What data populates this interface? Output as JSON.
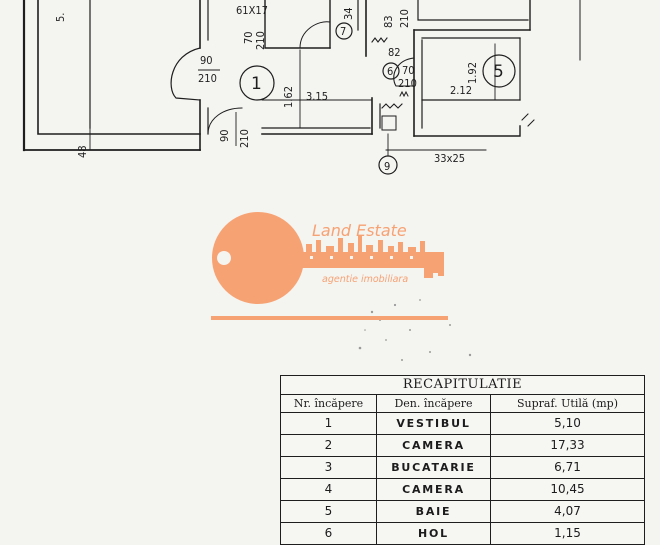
{
  "plan": {
    "dims": {
      "d_5_left": "5.",
      "d_61x17": "61X17",
      "d_70_a": "70",
      "d_210_a": "210",
      "d_34": "34",
      "d_83": "83",
      "d_210_b": "210",
      "d_82": "82",
      "d_70_b": "70",
      "d_210_c": "210",
      "d_1_92": "1.92",
      "d_2_12": "2.12",
      "d_90_a": "90",
      "d_210_d": "210",
      "d_1_62": "1.62",
      "d_3_15": "3.15",
      "d_90_b": "90",
      "d_210_e": "210",
      "d_48": "48",
      "d_33x25": "33x25"
    },
    "rooms": {
      "r1": "1",
      "r5": "5",
      "r6": "6",
      "r7": "7",
      "r9": "9"
    }
  },
  "logo": {
    "name": "Land Estate",
    "tagline": "agentie imobiliara",
    "color": "#f7a273"
  },
  "recap": {
    "title": "RECAPITULATIE",
    "headers": [
      "Nr. încăpere",
      "Den. încăpere",
      "Supraf. Utilă (mp)"
    ],
    "rows": [
      {
        "nr": "1",
        "name": "VESTIBUL",
        "area": "5,10"
      },
      {
        "nr": "2",
        "name": "CAMERA",
        "area": "17,33"
      },
      {
        "nr": "3",
        "name": "BUCATARIE",
        "area": "6,71"
      },
      {
        "nr": "4",
        "name": "CAMERA",
        "area": "10,45"
      },
      {
        "nr": "5",
        "name": "BAIE",
        "area": "4,07"
      },
      {
        "nr": "6",
        "name": "HOL",
        "area": "1,15"
      }
    ]
  }
}
